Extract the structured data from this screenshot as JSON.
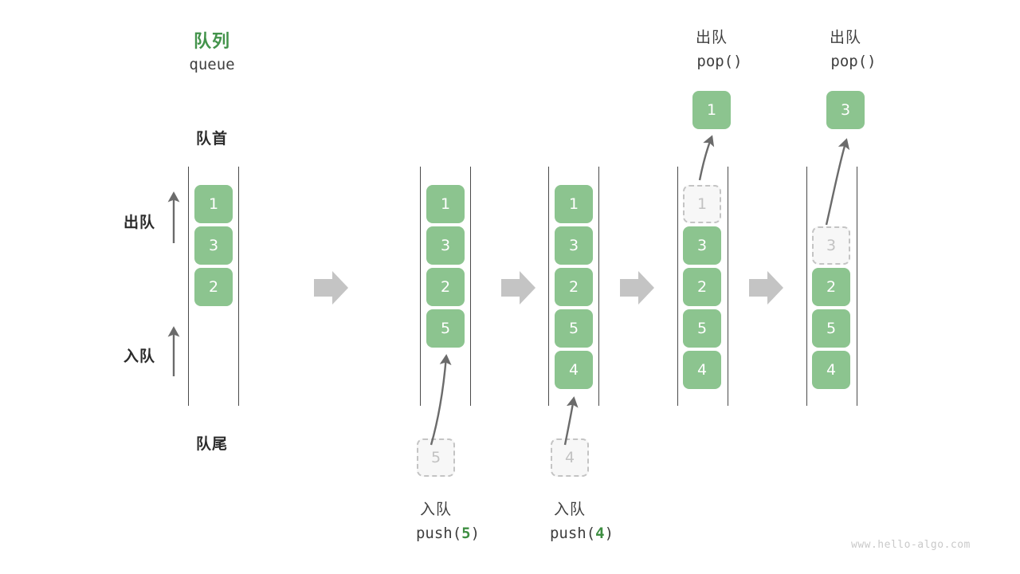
{
  "diagram": {
    "title_cn": "队列",
    "title_en": "queue",
    "head_label": "队首",
    "tail_label": "队尾",
    "dequeue_label": "出队",
    "enqueue_label": "入队",
    "watermark": "www.hello-algo.com",
    "accent_green": "#8cc48f",
    "title_green": "#43934b",
    "arrow_gray": "#c4c4c4",
    "ghost_gray": "#c2c2c2"
  },
  "panels": [
    {
      "id": "initial",
      "header_cn": "",
      "header_code": "",
      "cells": [
        "1",
        "3",
        "2"
      ],
      "ghost_index": -1,
      "popped_value": "",
      "footer_cn": "",
      "footer_code_prefix": "",
      "footer_code_arg": "",
      "footer_code_suffix": "",
      "incoming_value": ""
    },
    {
      "id": "push-5",
      "header_cn": "",
      "header_code": "",
      "cells": [
        "1",
        "3",
        "2",
        "5"
      ],
      "ghost_index": -1,
      "popped_value": "",
      "footer_cn": "入队",
      "footer_code_prefix": "push(",
      "footer_code_arg": "5",
      "footer_code_suffix": ")",
      "incoming_value": "5"
    },
    {
      "id": "push-4",
      "header_cn": "",
      "header_code": "",
      "cells": [
        "1",
        "3",
        "2",
        "5",
        "4"
      ],
      "ghost_index": -1,
      "popped_value": "",
      "footer_cn": "入队",
      "footer_code_prefix": "push(",
      "footer_code_arg": "4",
      "footer_code_suffix": ")",
      "incoming_value": "4"
    },
    {
      "id": "pop-1",
      "header_cn": "出队",
      "header_code": "pop()",
      "cells": [
        "1",
        "3",
        "2",
        "5",
        "4"
      ],
      "ghost_index": 0,
      "popped_value": "1",
      "footer_cn": "",
      "footer_code_prefix": "",
      "footer_code_arg": "",
      "footer_code_suffix": "",
      "incoming_value": ""
    },
    {
      "id": "pop-3",
      "header_cn": "出队",
      "header_code": "pop()",
      "cells": [
        "3",
        "2",
        "5",
        "4"
      ],
      "ghost_index": 0,
      "popped_value": "3",
      "footer_cn": "",
      "footer_code_prefix": "",
      "footer_code_arg": "",
      "footer_code_suffix": "",
      "incoming_value": ""
    }
  ],
  "transitions": [
    "step-arrow-1",
    "step-arrow-2",
    "step-arrow-3",
    "step-arrow-4"
  ]
}
